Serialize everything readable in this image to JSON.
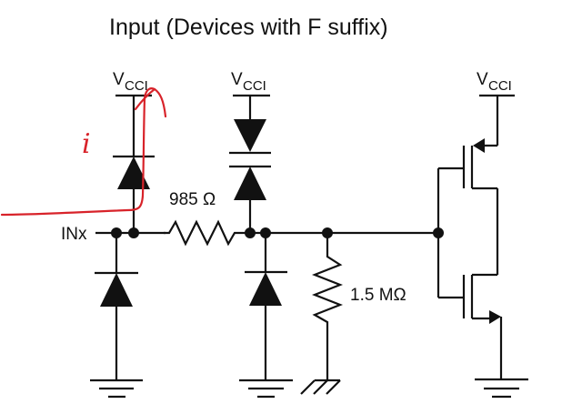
{
  "title": "Input (Devices with F suffix)",
  "labels": {
    "input_pin": "INx",
    "series_resistor": "985 Ω",
    "pulldown_resistor": "1.5 MΩ",
    "supply_main": "V",
    "supply_sub": "CCI"
  },
  "annotation": {
    "current_symbol": "i",
    "color": "#d8232a",
    "description": "current path from input through clamp diode to VCCI"
  },
  "components": [
    {
      "type": "diode",
      "role": "clamp-to-vcci",
      "position": "left-top"
    },
    {
      "type": "diode",
      "role": "clamp-to-ground",
      "position": "left-bottom"
    },
    {
      "type": "resistor",
      "value": "985 Ω",
      "role": "series"
    },
    {
      "type": "diode-pair",
      "role": "back-to-back-to-vcci",
      "position": "middle-top"
    },
    {
      "type": "diode",
      "role": "clamp-to-ground",
      "position": "middle-bottom"
    },
    {
      "type": "resistor",
      "value": "1.5 MΩ",
      "role": "pulldown-to-chassis"
    },
    {
      "type": "pmos",
      "role": "inverter-top"
    },
    {
      "type": "nmos",
      "role": "inverter-bottom"
    }
  ]
}
